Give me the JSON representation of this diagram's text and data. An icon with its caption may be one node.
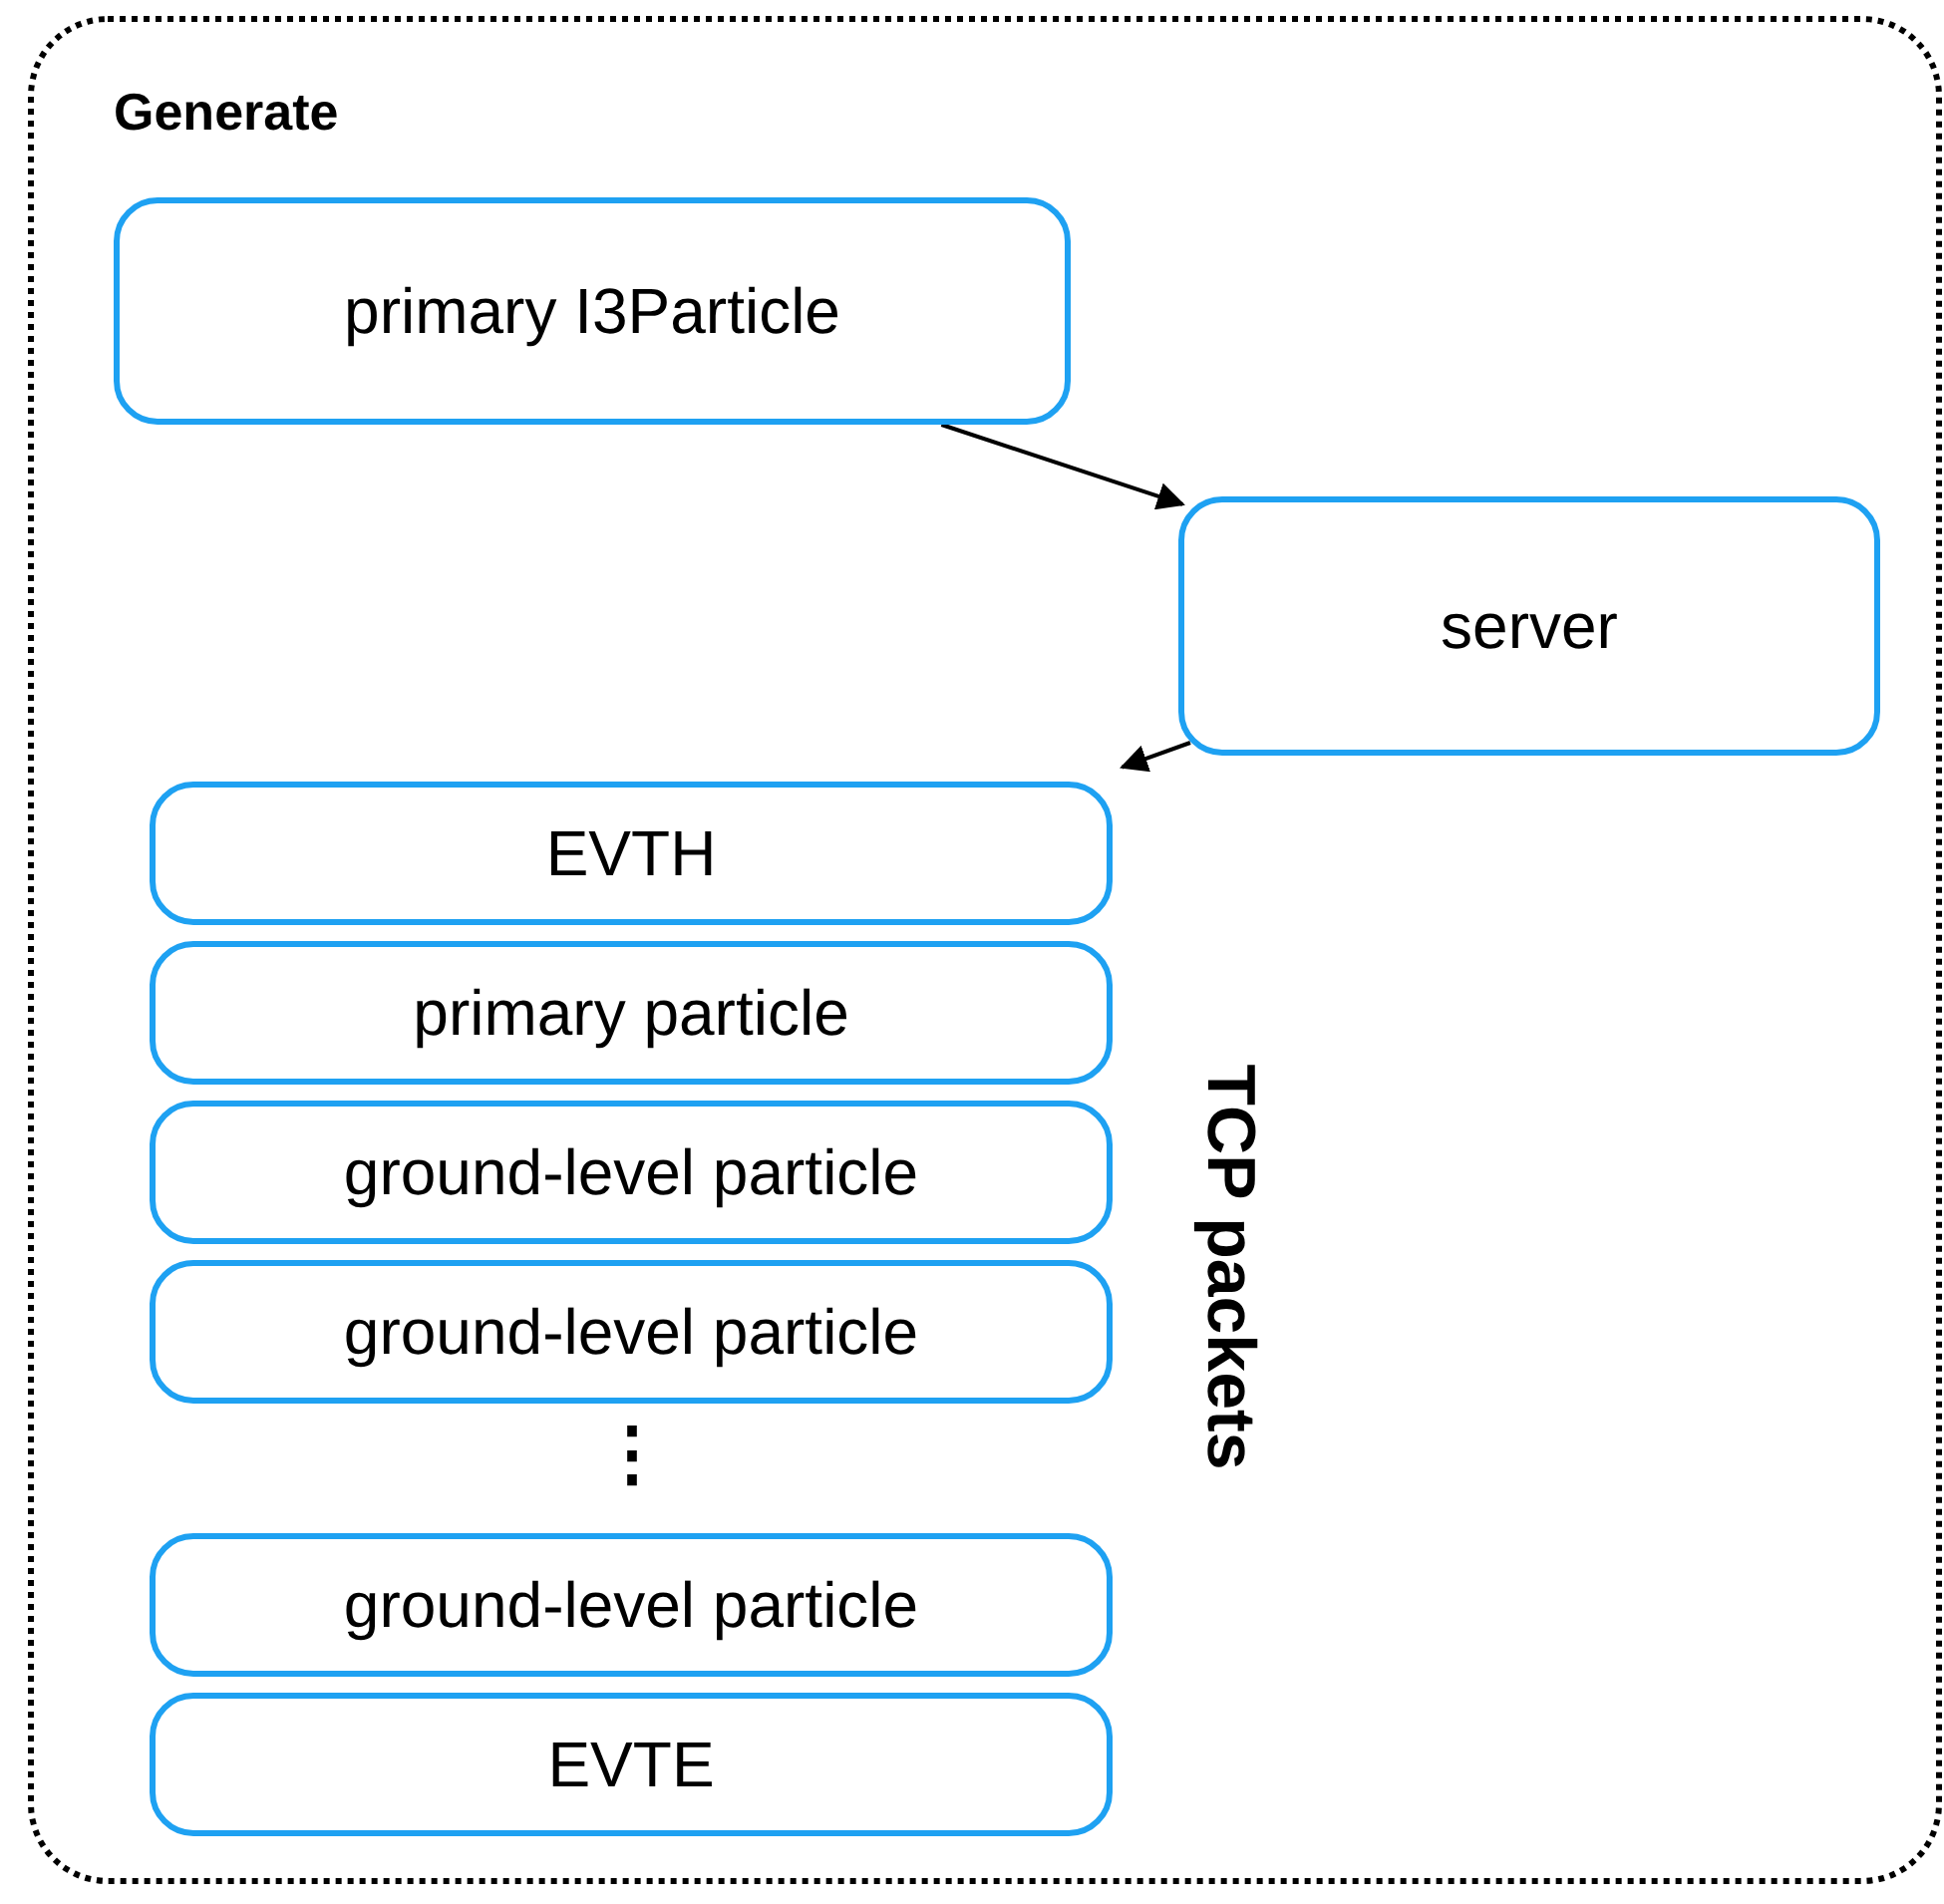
{
  "diagram": {
    "nodes": [
      {
        "text": [
          "Generate"
        ]
      },
      {
        "text": [
          "primary I3Particle"
        ],
        "in": 0
      },
      {
        "text": [
          "server"
        ],
        "in": 0
      },
      {
        "text": [
          "EVTH"
        ],
        "in": 0
      },
      {
        "text": [
          "primary particle"
        ],
        "in": 0
      },
      {
        "text": [
          "ground-level particle"
        ],
        "in": 0
      },
      {
        "text": [
          "ground-level particle"
        ],
        "in": 0
      },
      {
        "text": [
          "ground-level particle"
        ],
        "in": 0
      },
      {
        "text": [
          "EVTE"
        ],
        "in": 0
      }
    ],
    "edges": [
      {
        "from": 1,
        "to": 2,
        "arrow": "to"
      },
      {
        "from": 2,
        "to": 3,
        "arrow": "to"
      }
    ],
    "labels": [
      "⋮",
      "TCP packets"
    ]
  }
}
